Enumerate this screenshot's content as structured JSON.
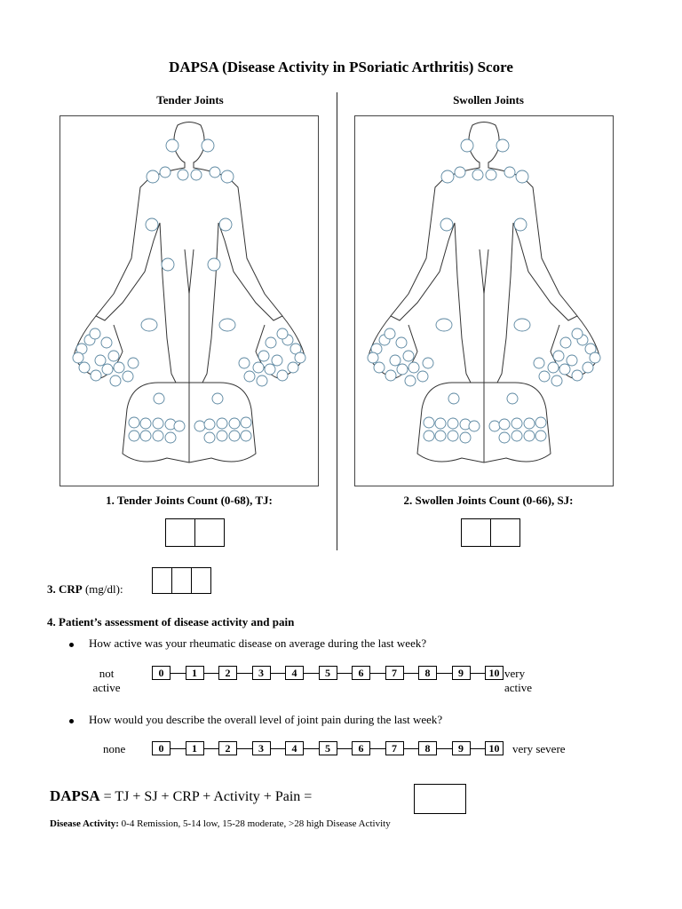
{
  "title": "DAPSA (Disease Activity in PSoriatic Arthritis) Score",
  "tender": {
    "heading": "Tender Joints",
    "count_label": "1. Tender Joints Count (0-68), TJ:"
  },
  "swollen": {
    "heading": "Swollen Joints",
    "count_label": "2. Swollen Joints Count (0-66), SJ:"
  },
  "crp": {
    "label": "3. CRP",
    "unit": " (mg/dl):"
  },
  "patient_assessment": {
    "heading": "4. Patient’s assessment of disease activity and pain",
    "q1": {
      "question": "How active was your rheumatic disease on average during the last week?",
      "low_label_line1": "not",
      "low_label_line2": "active",
      "high_label_line1": "very",
      "high_label_line2": "active"
    },
    "q2": {
      "question": "How would you describe the overall level of joint pain during the last week?",
      "low_label": "none",
      "high_label": "very severe"
    },
    "scale_values": [
      "0",
      "1",
      "2",
      "3",
      "4",
      "5",
      "6",
      "7",
      "8",
      "9",
      "10"
    ]
  },
  "formula": {
    "name": "DAPSA",
    "expression": " = TJ + SJ + CRP + Activity + Pain ="
  },
  "legend": {
    "label": "Disease Activity:",
    "text": " 0-4 Remission, 5-14 low, 15-28 moderate, >28 high Disease Activity"
  }
}
